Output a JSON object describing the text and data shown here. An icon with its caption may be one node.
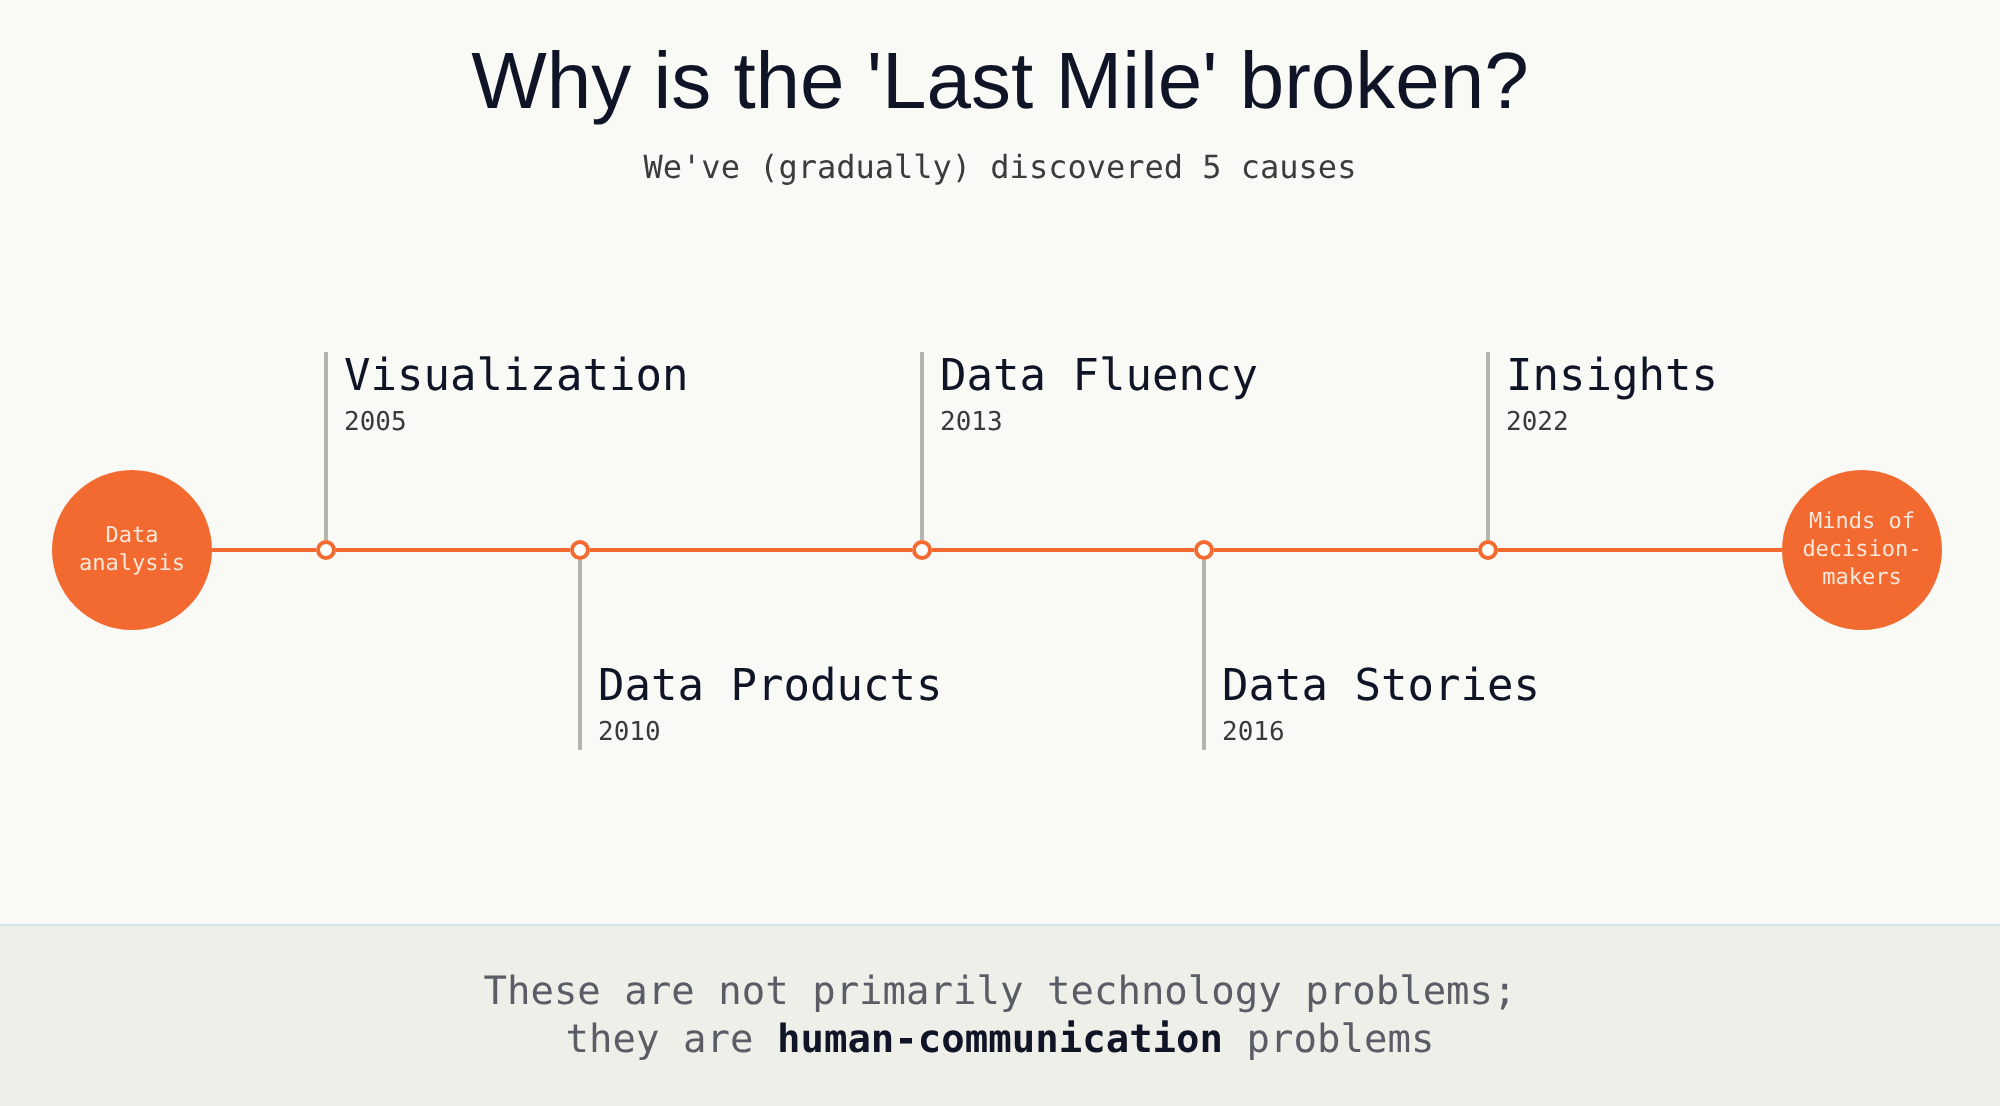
{
  "diagram": {
    "title": "Why is the 'Last Mile' broken?",
    "nodes": [
      {
        "text": [
          "Data analysis"
        ]
      },
      {
        "text": [],
        "shape": "circle"
      },
      {
        "text": [
          "Visualization",
          "2005"
        ]
      },
      {
        "text": [],
        "shape": "circle"
      },
      {
        "text": [
          "Data Products",
          "2010"
        ]
      },
      {
        "text": [],
        "shape": "circle"
      },
      {
        "text": [
          "Data Fluency",
          "2013"
        ]
      },
      {
        "text": [],
        "shape": "circle"
      },
      {
        "text": [
          "Data Stories",
          "2016"
        ]
      },
      {
        "text": [],
        "shape": "circle"
      },
      {
        "text": [
          "Insights",
          "2022"
        ]
      },
      {
        "text": [
          "Minds of decision-makers"
        ]
      },
      {
        "text": [
          "These are not primarily technology problems; they are **human-communication** problems"
        ]
      }
    ],
    "edges": [
      {
        "from": 0,
        "to": 1,
        "arrow": "none"
      },
      {
        "from": 1,
        "to": 3,
        "arrow": "none"
      },
      {
        "from": 3,
        "to": 5,
        "arrow": "none"
      },
      {
        "from": 5,
        "to": 7,
        "arrow": "none"
      },
      {
        "from": 7,
        "to": 9,
        "arrow": "none"
      },
      {
        "from": 9,
        "to": 11,
        "arrow": "none"
      },
      {
        "from": 2,
        "to": 1,
        "arrow": "none",
        "color": "#b5b5ae"
      },
      {
        "from": 4,
        "to": 3,
        "arrow": "none",
        "color": "#b5b5ae"
      },
      {
        "from": 6,
        "to": 5,
        "arrow": "none",
        "color": "#b5b5ae"
      },
      {
        "from": 8,
        "to": 7,
        "arrow": "none",
        "color": "#b5b5ae"
      },
      {
        "from": 10,
        "to": 9,
        "arrow": "none",
        "color": "#b5b5ae"
      }
    ],
    "labels": [
      "We've (gradually) discovered 5 causes"
    ]
  }
}
